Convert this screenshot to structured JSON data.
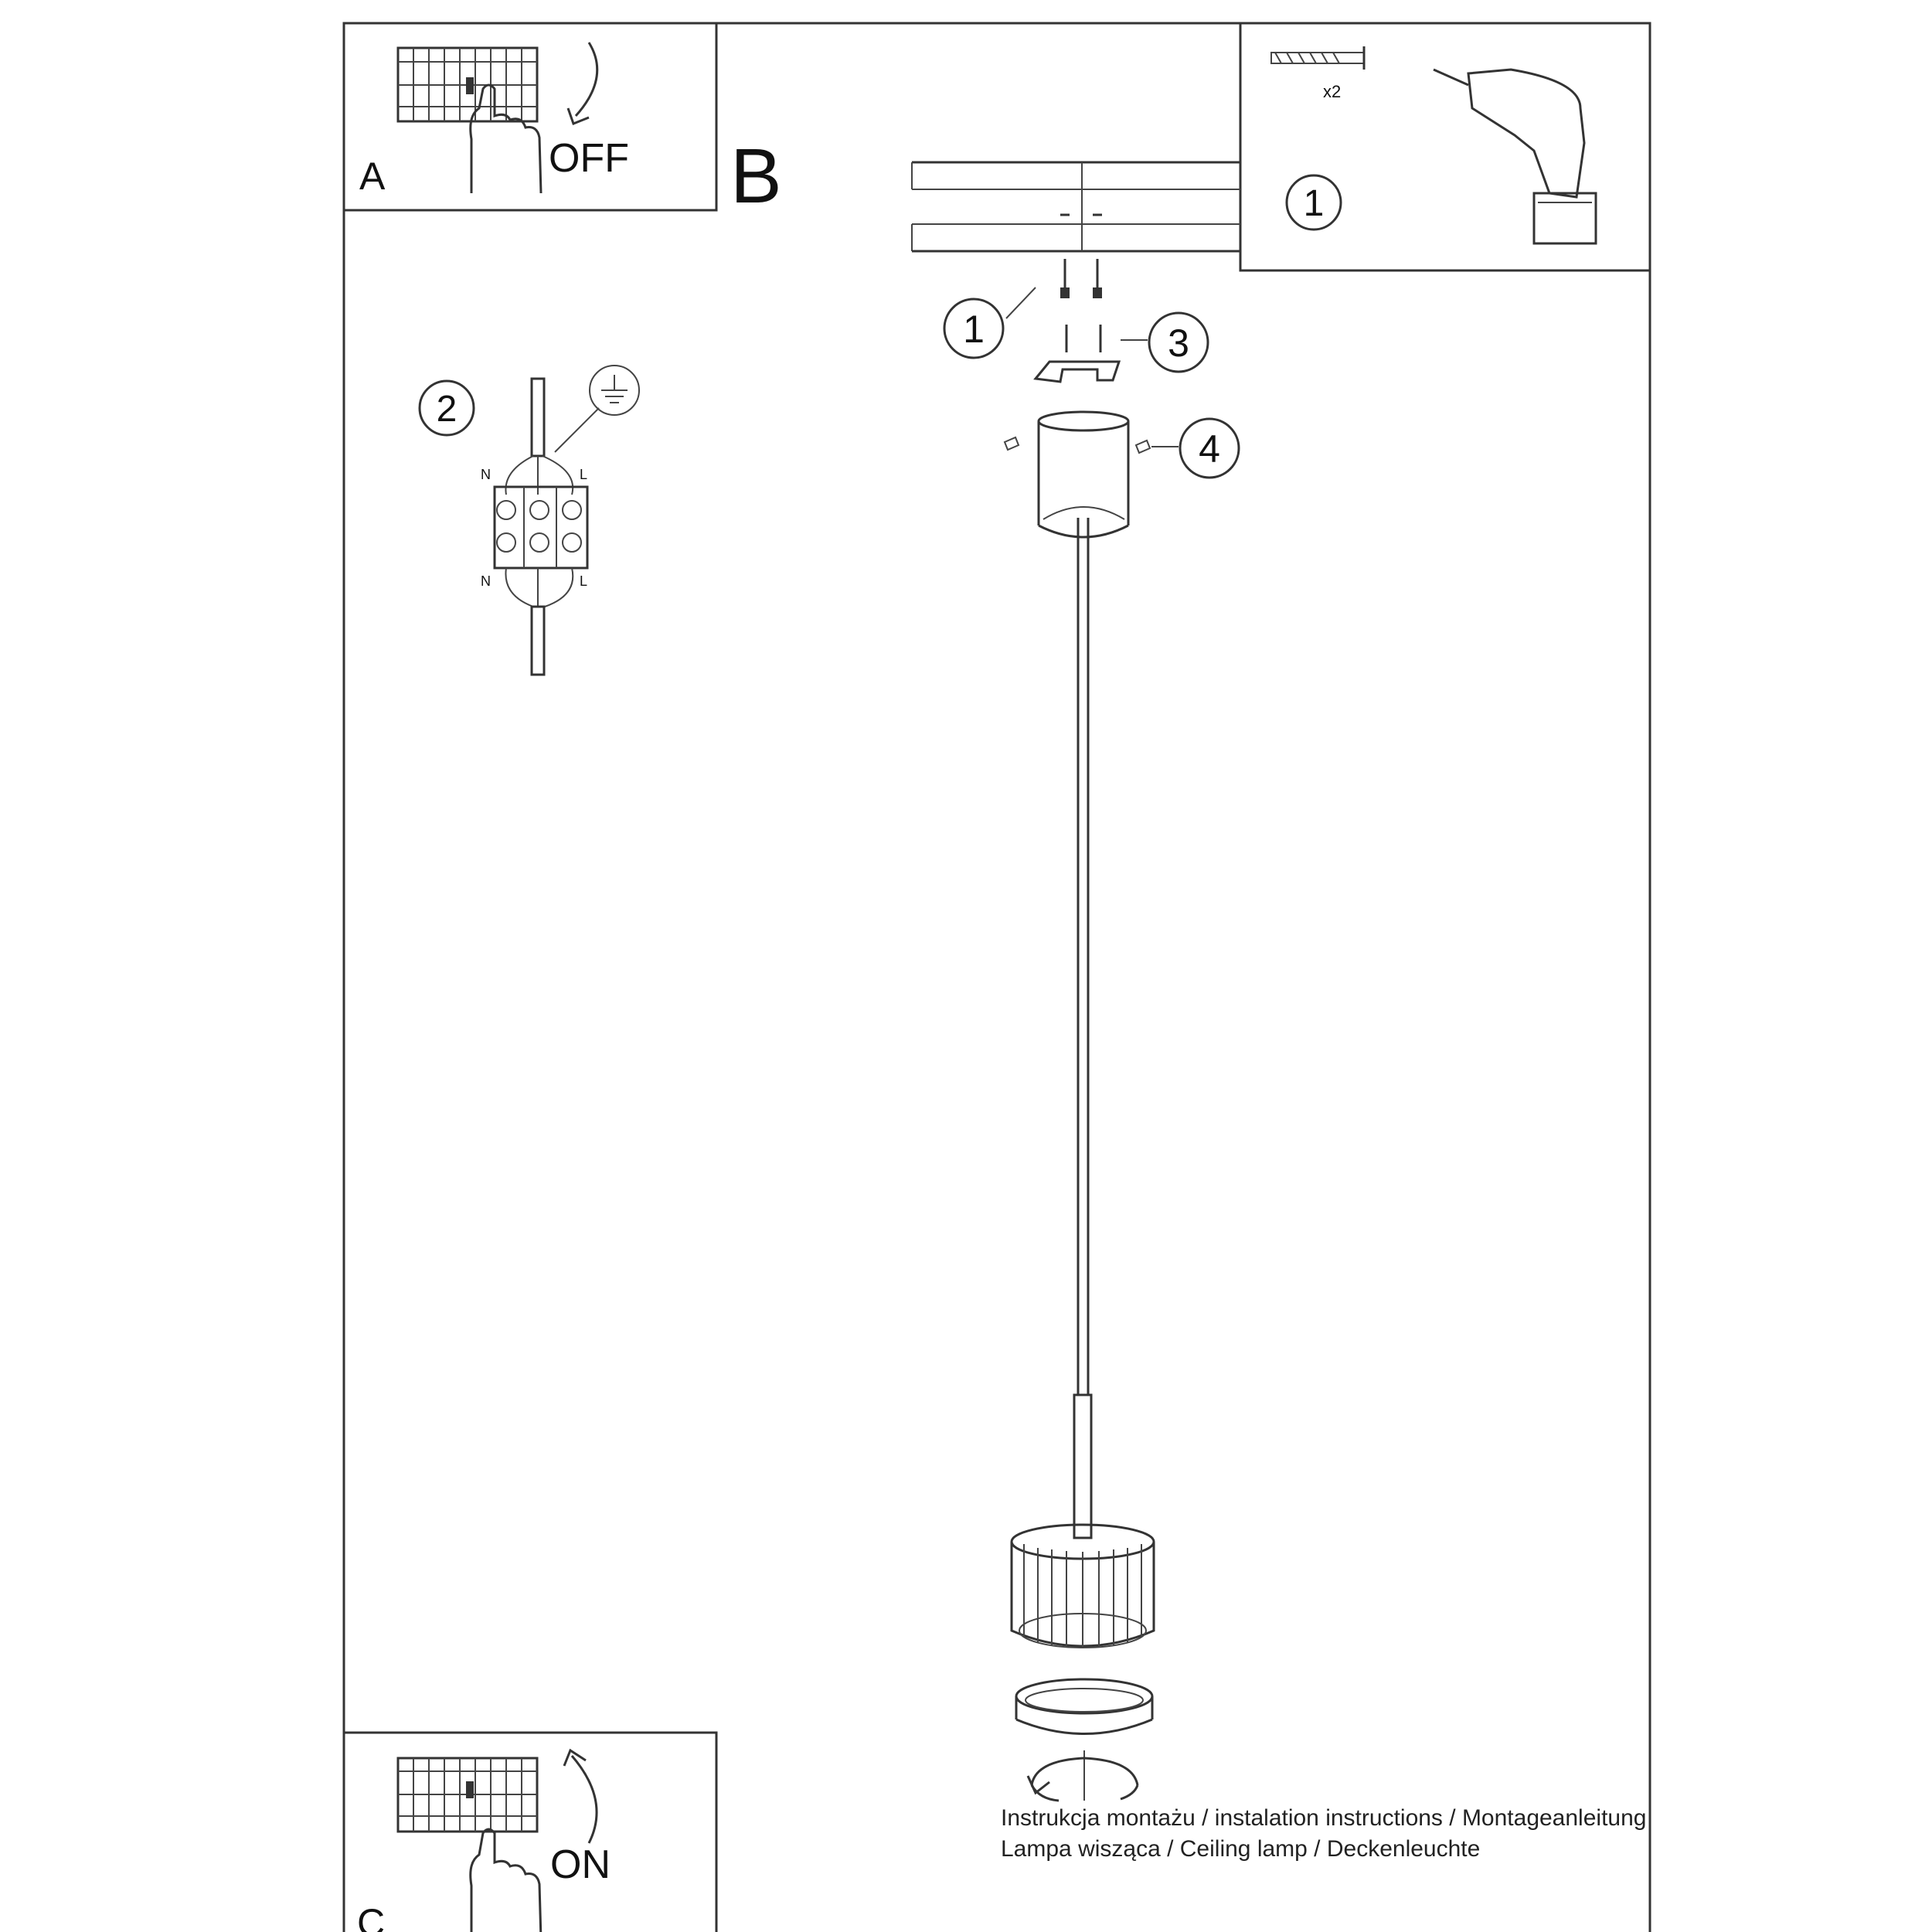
{
  "steps": {
    "a": {
      "letter": "A",
      "switch_state": "OFF"
    },
    "b": {
      "letter": "B"
    },
    "c": {
      "letter": "C",
      "switch_state": "ON"
    }
  },
  "tools": {
    "quantity": "x2"
  },
  "callouts": {
    "one": "1",
    "two": "2",
    "three": "3",
    "four": "4"
  },
  "wiring": {
    "neutral": "N",
    "live": "L"
  },
  "footer": {
    "line1": "Instrukcja montażu / instalation instructions / Montageanleitung",
    "line2": "Lampa wisząca / Ceiling lamp / Deckenleuchte"
  }
}
